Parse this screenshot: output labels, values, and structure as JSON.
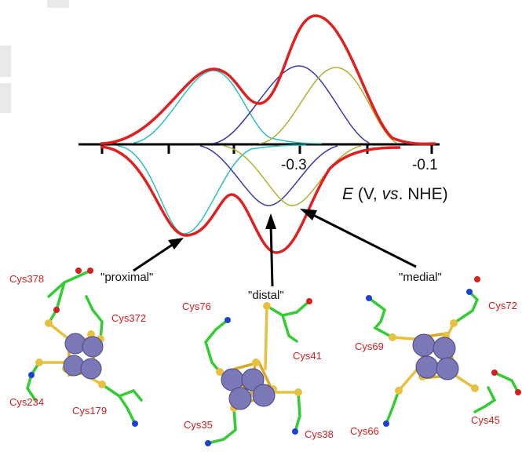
{
  "axis": {
    "tick_labels": [
      "-0.3",
      "-0.1"
    ],
    "title_var": "E",
    "title_rest": " (V, ",
    "title_vs": "vs",
    "title_end": ". NHE)"
  },
  "callouts": {
    "proximal": "\"proximal\"",
    "distal": "\"distal\"",
    "medial": "\"medial\""
  },
  "residues": {
    "proximal": [
      "Cys378",
      "Cys372",
      "Cys234",
      "Cys179"
    ],
    "distal": [
      "Cys76",
      "Cys41",
      "Cys35",
      "Cys38"
    ],
    "medial": [
      "Cys72",
      "Cys69",
      "Cys66",
      "Cys45"
    ]
  },
  "colors": {
    "envelope": "#e02020",
    "component_proximal": "#2fbfbf",
    "component_distal": "#3a3aa8",
    "component_medial": "#b0b030",
    "carbon": "#33cc33",
    "sulfur": "#e8c040",
    "iron": "#7b78b8",
    "label": "#d42020"
  }
}
